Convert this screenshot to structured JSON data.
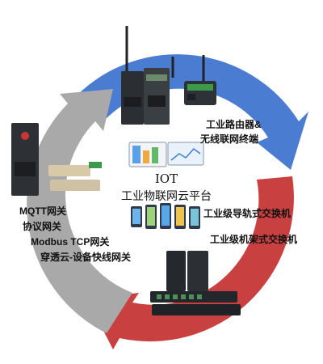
{
  "colors": {
    "blue": "#4a7cd1",
    "red": "#c8403f",
    "gray": "#a9a9a9",
    "hub_fill": "#ffffff",
    "text_dark": "#111111",
    "text_white": "#ffffff"
  },
  "hub": {
    "title": "IOT",
    "subtitle": "工业物联网云平台"
  },
  "segments": {
    "blue": {
      "lines": [
        "工业路由器&",
        "无线联网终端"
      ]
    },
    "red": {
      "lines": [
        "工业级导轨式交换机",
        "工业级机架式交换机"
      ]
    },
    "gray": {
      "lines": [
        "MQTT网关",
        "协议网关",
        "Modbus TCP网关",
        "穿透云-设备快线网关"
      ]
    }
  },
  "icons": {
    "router": "industrial-router-icon",
    "terminal": "wireless-terminal-icon",
    "gateway": "gateway-device-icon",
    "switch": "rack-switch-icon",
    "cloud_dashboard": "cloud-dashboard-icon",
    "phones": "mobile-app-icon"
  }
}
